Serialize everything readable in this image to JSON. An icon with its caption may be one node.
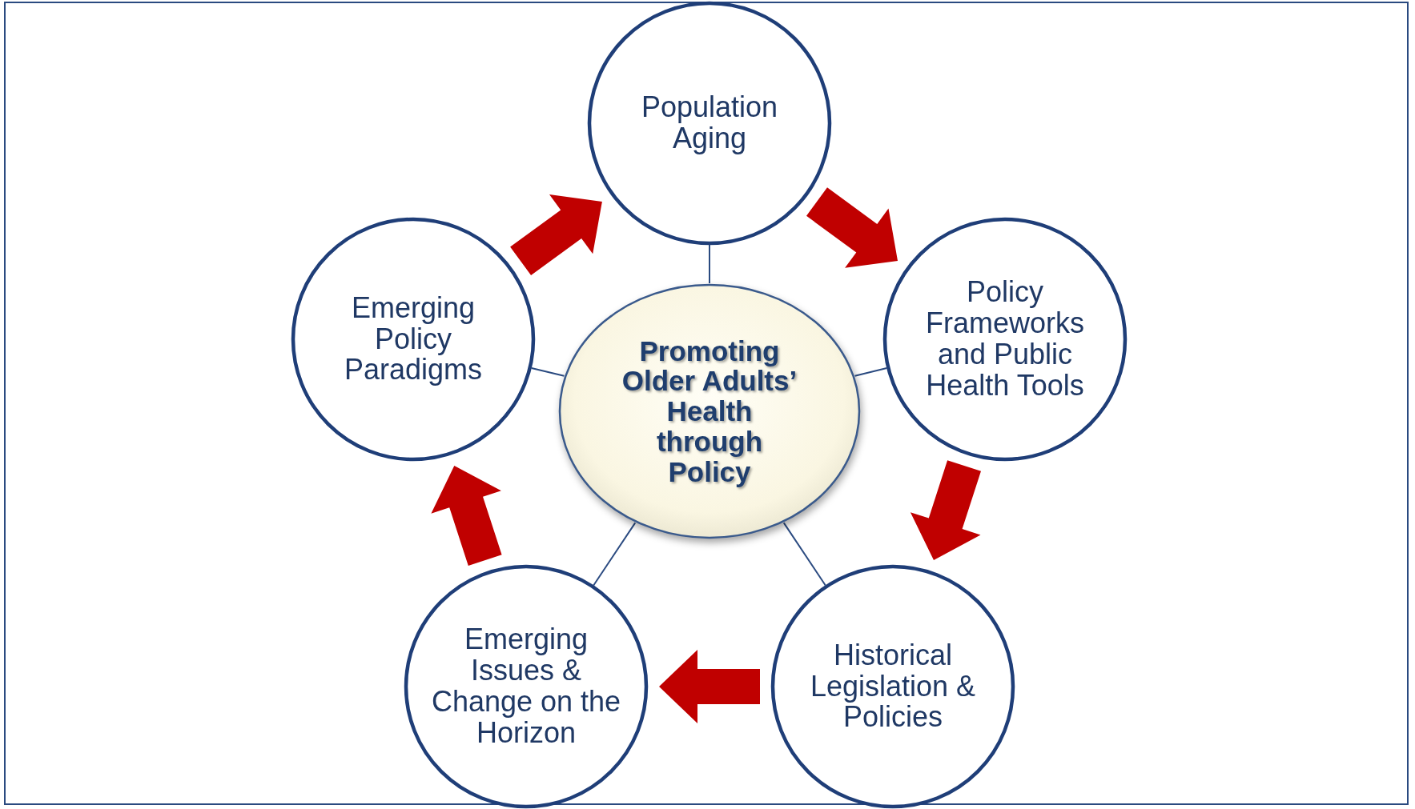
{
  "diagram": {
    "nodes": [
      {
        "text": [
          "Population Aging"
        ]
      },
      {
        "text": [
          "Policy Frameworks and Public Health Tools"
        ]
      },
      {
        "text": [
          "Historical Legislation & Policies"
        ]
      },
      {
        "text": [
          "Emerging Issues & Change on the Horizon"
        ]
      },
      {
        "text": [
          "Emerging Policy Paradigms"
        ]
      },
      {
        "text": [
          "Promoting Older Adults’ Health through Policy"
        ]
      }
    ],
    "edges": [
      {
        "from": 0,
        "to": 1,
        "arrow": "to",
        "style": "thick",
        "color": "#c00000"
      },
      {
        "from": 1,
        "to": 2,
        "arrow": "to",
        "style": "thick",
        "color": "#c00000"
      },
      {
        "from": 2,
        "to": 3,
        "arrow": "to",
        "style": "thick",
        "color": "#c00000"
      },
      {
        "from": 3,
        "to": 4,
        "arrow": "to",
        "style": "thick",
        "color": "#c00000"
      },
      {
        "from": 4,
        "to": 0,
        "arrow": "to",
        "style": "thick",
        "color": "#c00000"
      },
      {
        "from": 5,
        "to": 0,
        "arrow": "none"
      },
      {
        "from": 5,
        "to": 1,
        "arrow": "none"
      },
      {
        "from": 5,
        "to": 2,
        "arrow": "none"
      },
      {
        "from": 5,
        "to": 3,
        "arrow": "none"
      },
      {
        "from": 5,
        "to": 4,
        "arrow": "none"
      }
    ]
  }
}
